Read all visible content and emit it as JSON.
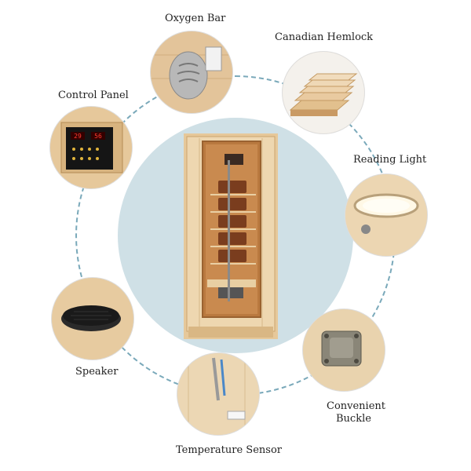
{
  "features": {
    "oxygen_bar": "Oxygen Bar",
    "canadian_hemlock": "Canadian Hemlock",
    "control_panel": "Control Panel",
    "reading_light": "Reading Light",
    "speaker": "Speaker",
    "convenient_buckle_line1": "Convenient",
    "convenient_buckle_line2": "Buckle",
    "temperature_sensor": "Temperature Sensor"
  },
  "display": {
    "left_readout": "29",
    "right_readout": "56"
  },
  "colors": {
    "ring": "#7aa9ba",
    "center_disc": "#cfe0e6",
    "wood_light": "#e9d2ad",
    "wood_dark": "#c99d66"
  }
}
